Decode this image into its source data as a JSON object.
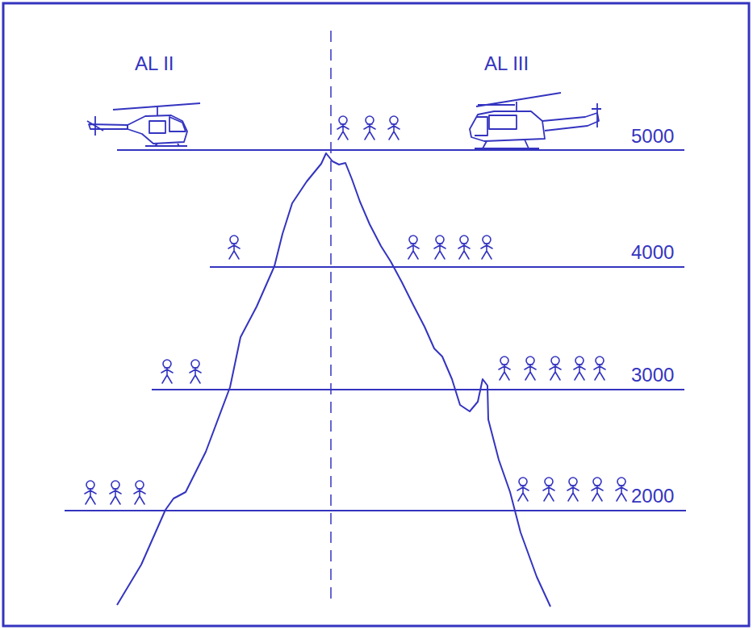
{
  "diagram": {
    "labels": [
      "AL II",
      "AL III",
      "5000",
      "4000",
      "3000",
      "2000"
    ]
  }
}
